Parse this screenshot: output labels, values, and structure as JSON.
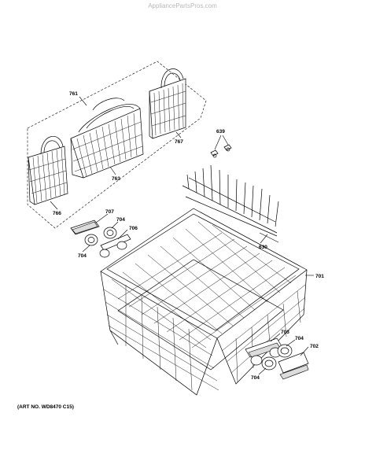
{
  "watermark": "AppliancePartsPros.com",
  "art_number": "(ART NO. WD8470 C15)",
  "callouts": {
    "c761": "761",
    "c767": "767",
    "c763": "763",
    "c766": "766",
    "c639": "639",
    "c630": "630",
    "c707": "707",
    "c704a": "704",
    "c706": "706",
    "c704b": "704",
    "c701": "701",
    "c703": "703",
    "c704c": "704",
    "c702": "702",
    "c704d": "704"
  }
}
